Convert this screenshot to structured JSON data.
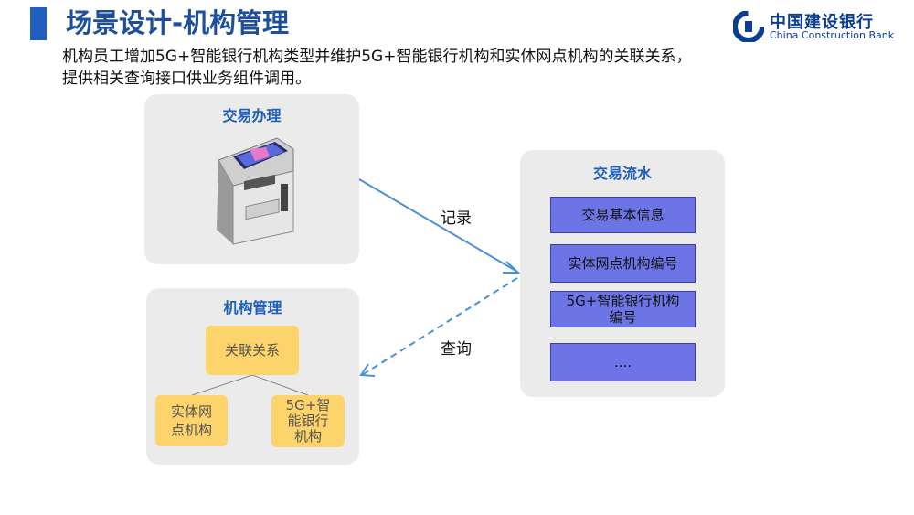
{
  "header": {
    "title": "场景设计-机构管理",
    "logo_cn": "中国建设银行",
    "logo_en": "China Construction Bank"
  },
  "description": {
    "line1": "机构员工增加5G+智能银行机构类型并维护5G+智能银行机构和实体网点机构的关联关系，",
    "line2": "提供相关查询接口供业务组件调用。"
  },
  "panels": {
    "transaction": {
      "title": "交易办理",
      "image": "atm-kiosk-image"
    },
    "org": {
      "title": "机构管理",
      "relation": "关联关系",
      "child1_line1": "实体网",
      "child1_line2": "点机构",
      "child2_line1": "5G+智",
      "child2_line2": "能银行",
      "child2_line3": "机构"
    },
    "flow": {
      "title": "交易流水",
      "items": [
        "交易基本信息",
        "实体网点机构编号",
        "5G+智能银行机构",
        "编号",
        "...."
      ]
    }
  },
  "edges": {
    "record": "记录",
    "query": "查询"
  },
  "colors": {
    "title": "#1d4f9c",
    "panel_bg": "#ebebeb",
    "yellow_box": "#fdd36b",
    "purple_box": "#6c74e6",
    "arrow": "#4a90d9"
  }
}
